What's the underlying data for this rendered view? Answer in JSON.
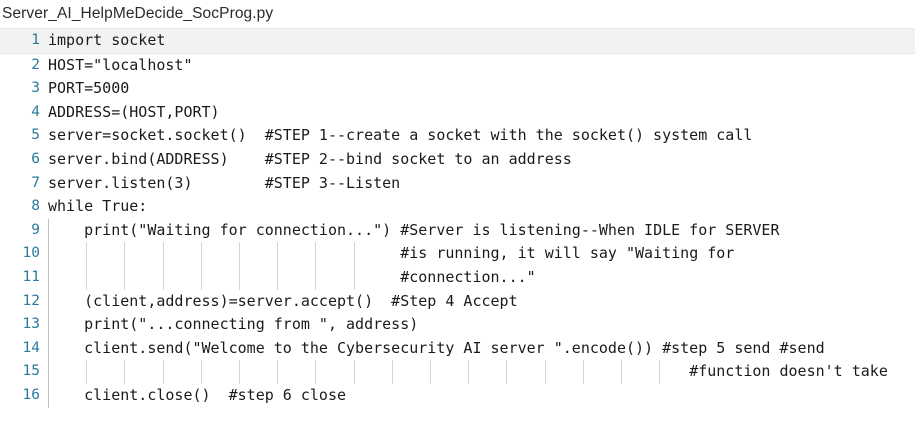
{
  "titlebar": {
    "filename": "Server_AI_HelpMeDecide_SocProg.py"
  },
  "editor": {
    "language": "python",
    "current_line": 1,
    "line_number_color": "#2b7a9b",
    "text_color": "#1b1b1b",
    "background_color": "#ffffff",
    "current_line_highlight_color": "#f2f2f2",
    "indent_guide_color": "#d4d4d4",
    "tab_size": 4,
    "word_wrap": true,
    "lines": [
      {
        "number": "1",
        "text": "import socket"
      },
      {
        "number": "2",
        "text": "HOST=\"localhost\""
      },
      {
        "number": "3",
        "text": "PORT=5000"
      },
      {
        "number": "4",
        "text": "ADDRESS=(HOST,PORT)"
      },
      {
        "number": "5",
        "text": "server=socket.socket()  #STEP 1--create a socket with the socket() system call"
      },
      {
        "number": "6",
        "text": "server.bind(ADDRESS)    #STEP 2--bind socket to an address"
      },
      {
        "number": "7",
        "text": "server.listen(3)        #STEP 3--Listen"
      },
      {
        "number": "8",
        "text": "while True:"
      },
      {
        "number": "9",
        "text": "    print(\"Waiting for connection...\") #Server is listening--When IDLE for SERVER"
      },
      {
        "number": "10",
        "text": "                                       #is running, it will say \"Waiting for"
      },
      {
        "number": "11",
        "text": "                                       #connection...\""
      },
      {
        "number": "12",
        "text": "    (client,address)=server.accept()  #Step 4 Accept"
      },
      {
        "number": "13",
        "text": "    print(\"...connecting from \", address)"
      },
      {
        "number": "14",
        "text": "    client.send(\"Welcome to the Cybersecurity AI server \".encode()) #step 5 send #send"
      },
      {
        "number": "15",
        "text": "                                                                       #function doesn't take"
      },
      {
        "number": "16",
        "text": "    client.close()  #step 6 close"
      }
    ]
  }
}
